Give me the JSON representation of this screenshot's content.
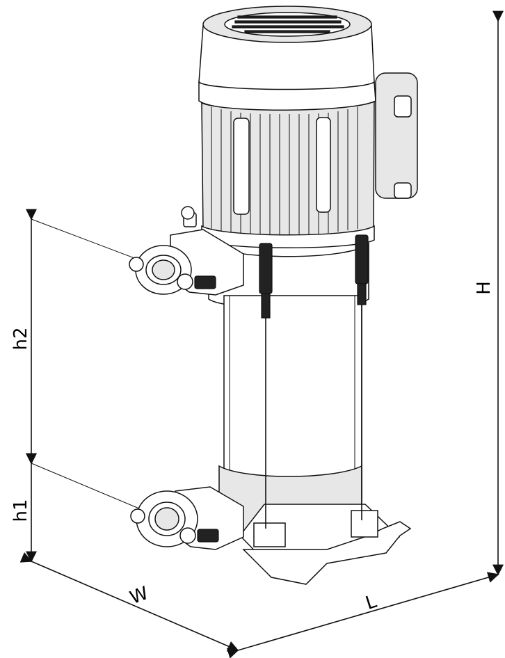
{
  "labels": {
    "h": "H",
    "h1": "h1",
    "h2": "h2",
    "w": "W",
    "l": "L"
  },
  "colors": {
    "line": "#111111",
    "fill": "#e7e7e7",
    "dark": "#222222",
    "background": "#ffffff"
  },
  "icon": "vertical-multistage-pump-icon"
}
